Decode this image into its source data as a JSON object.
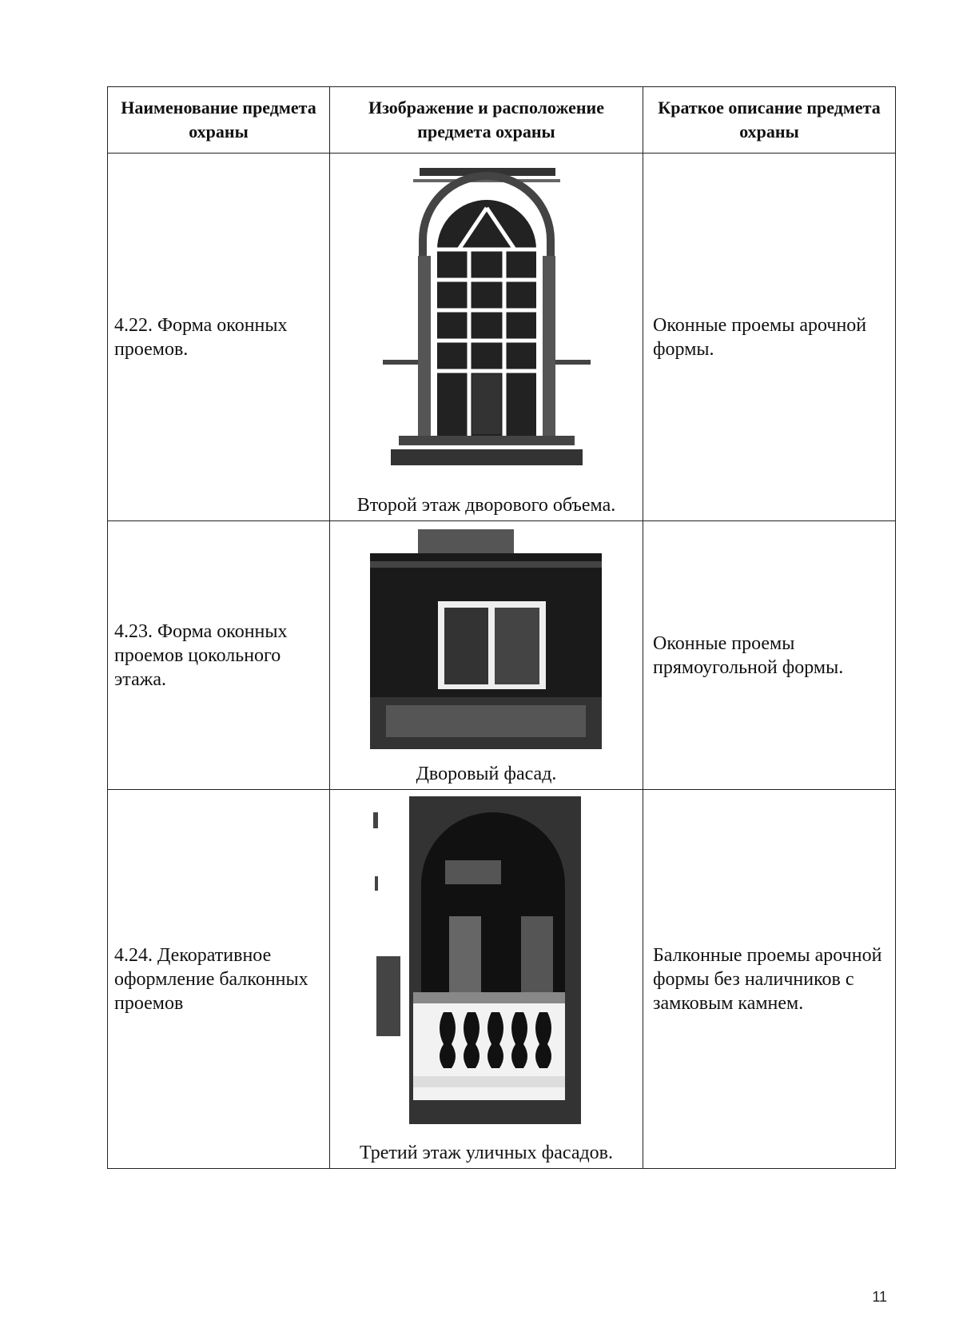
{
  "table": {
    "headers": [
      "Наименование предмета охраны",
      "Изображение и расположение предмета охраны",
      "Краткое описание предмета охраны"
    ],
    "rows": [
      {
        "name": "4.22.  Форма оконных проемов.",
        "caption": "Второй этаж дворового объема.",
        "description": "Оконные проемы арочной формы.",
        "image": "arched-window-photo"
      },
      {
        "name": "4.23.  Форма оконных проемов цокольного этажа.",
        "caption": "Дворовый фасад.",
        "description": "Оконные проемы прямоугольной формы.",
        "image": "rectangular-window-photo"
      },
      {
        "name": "4.24.  Декоративное оформление балконных проемов",
        "caption": "Третий этаж уличных фасадов.",
        "description": "Балконные проемы арочной формы без наличников с замковым камнем.",
        "image": "arched-balcony-photo"
      }
    ]
  },
  "page_number": "11"
}
